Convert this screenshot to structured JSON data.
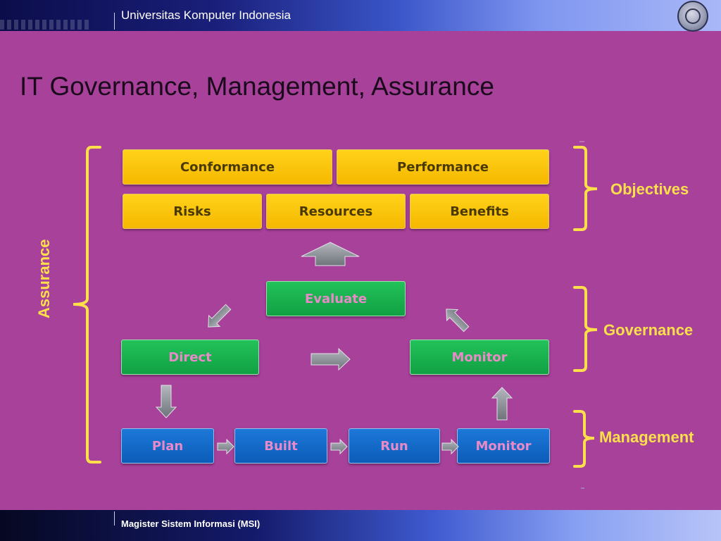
{
  "header": {
    "university": "Universitas Komputer Indonesia"
  },
  "title": "IT Governance, Management, Assurance",
  "footer": {
    "program": "Magister Sistem Informasi (MSI)"
  },
  "diagram": {
    "objectives_row1": [
      "Conformance",
      "Performance"
    ],
    "objectives_row2": [
      "Risks",
      "Resources",
      "Benefits"
    ],
    "governance": {
      "top": "Evaluate",
      "left": "Direct",
      "right": "Monitor"
    },
    "management": [
      "Plan",
      "Built",
      "Run",
      "Monitor"
    ],
    "labels": {
      "objectives": "Objectives",
      "governance": "Governance",
      "management": "Management",
      "assurance": "Assurance"
    }
  },
  "colors": {
    "background": "#a8419a",
    "objective_box": "#f6b800",
    "governance_box": "#11a043",
    "management_box": "#0c5cb8",
    "label_text": "#ffe04a",
    "arrow": "#8a8f96"
  }
}
